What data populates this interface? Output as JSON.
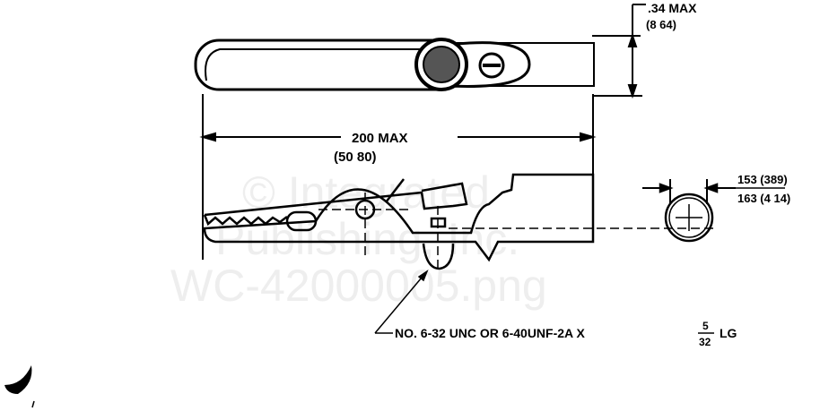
{
  "watermark": [
    "© Integrated",
    "Publishing, Inc.",
    "WC-42000005.png"
  ],
  "dimensions": {
    "height_in": ".34 MAX",
    "height_mm": "(8 64)",
    "length_in": "200 MAX",
    "length_mm": "(50 80)",
    "diam_min": "153 (389)",
    "diam_max": "163 (4 14)"
  },
  "callout": {
    "text": "NO. 6-32 UNC  OR  6-40UNF-2A X",
    "fraction_num": "5",
    "fraction_den": "32",
    "suffix": "LG"
  }
}
